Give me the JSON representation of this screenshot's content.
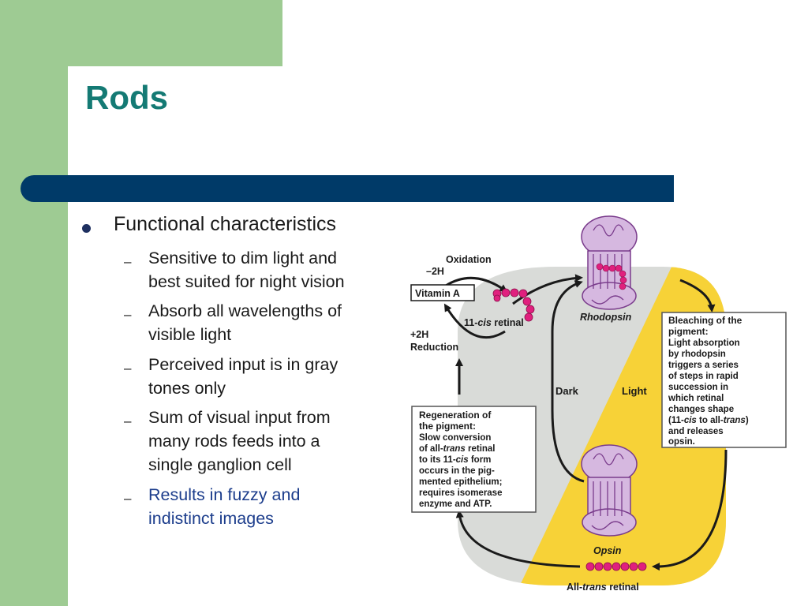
{
  "slide": {
    "title": "Rods",
    "bullet": "Functional characteristics",
    "subs": [
      {
        "lines": [
          "Sensitive to dim light and",
          "best suited for night vision"
        ]
      },
      {
        "lines": [
          "Absorb all wavelengths of",
          "visible light"
        ]
      },
      {
        "lines": [
          "Perceived input is in gray",
          "tones only"
        ]
      },
      {
        "lines": [
          "Sum of visual input from",
          "many rods feeds into a",
          "single ganglion cell"
        ]
      },
      {
        "lines": [
          "Results in fuzzy and",
          "indistinct images"
        ]
      }
    ],
    "dash": "–"
  },
  "diagram": {
    "oxidation": "Oxidation",
    "minus2h": "–2H",
    "vitaminA": "Vitamin A",
    "cis_prefix": "11-",
    "cis_italic": "cis",
    "cis_suffix": " retinal",
    "plus2h": "+2H",
    "reduction": "Reduction",
    "rhodopsin": "Rhodopsin",
    "opsin": "Opsin",
    "dark": "Dark",
    "light": "Light",
    "alltrans_prefix": "All-",
    "alltrans_italic": "trans",
    "alltrans_suffix": " retinal",
    "bleach_title1": "Bleaching of the",
    "bleach_title2": "pigment:",
    "bleach_lines": [
      "Light absorption",
      "by rhodopsin",
      "triggers a series",
      "of steps in rapid",
      "succession in",
      "which retinal",
      "changes shape"
    ],
    "bleach_l8_a": "(11-",
    "bleach_l8_b": "cis",
    "bleach_l8_c": " to all-",
    "bleach_l8_d": "trans",
    "bleach_l8_e": ")",
    "bleach_l9": "and releases",
    "bleach_l10": "opsin.",
    "regen_title1": "Regeneration of",
    "regen_title2": "the pigment:",
    "regen_l1": "Slow conversion",
    "regen_l2_a": "of all-",
    "regen_l2_b": "trans",
    "regen_l2_c": " retinal",
    "regen_l3_a": "to its 11-",
    "regen_l3_b": "cis",
    "regen_l3_c": " form",
    "regen_l4": "occurs in the pig-",
    "regen_l5": "mented epithelium;",
    "regen_l6": "requires isomerase",
    "regen_l7": "enzyme and ATP.",
    "colors": {
      "gray": "#d9dbd8",
      "yellow": "#f7d237",
      "magenta": "#e0207e",
      "protein": "#d6b8e0",
      "proteinStroke": "#7a3c8c"
    }
  }
}
